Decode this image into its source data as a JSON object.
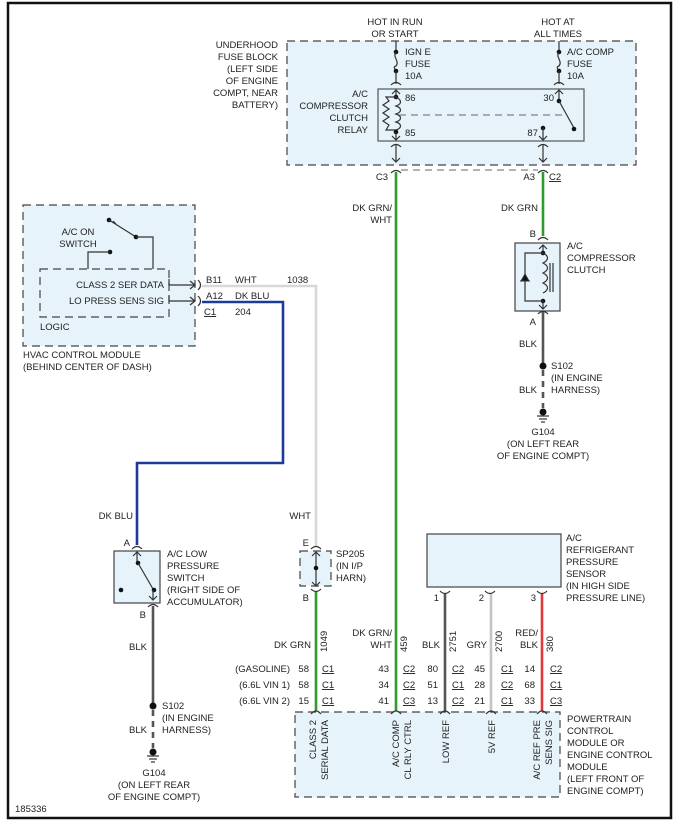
{
  "figure_id": "185336",
  "power_sources": {
    "hot_in_run": [
      "HOT IN RUN",
      "OR START"
    ],
    "hot_at_all_times": [
      "HOT AT",
      "ALL TIMES"
    ]
  },
  "fuse_block": {
    "label": [
      "UNDERHOOD",
      "FUSE BLOCK",
      "(LEFT SIDE",
      "OF ENGINE",
      "COMPT, NEAR",
      "BATTERY)"
    ],
    "ign_fuse": [
      "IGN E",
      "FUSE",
      "10A"
    ],
    "ac_fuse": [
      "A/C COMP",
      "FUSE",
      "10A"
    ],
    "relay_label": [
      "A/C",
      "COMPRESSOR",
      "CLUTCH",
      "RELAY"
    ],
    "pins": {
      "p86": "86",
      "p85": "85",
      "p30": "30",
      "p87": "87"
    }
  },
  "connectors_top": {
    "c3": "C3",
    "a3": "A3",
    "c2": "C2"
  },
  "wire_relay_ctrl": {
    "color": "DK GRN/",
    "color2": "WHT",
    "circuit": "459"
  },
  "wire_clutch_feed": {
    "color": "DK GRN"
  },
  "compressor_clutch": {
    "label": [
      "A/C",
      "COMPRESSOR",
      "CLUTCH"
    ],
    "pin_b": "B",
    "pin_a": "A"
  },
  "clutch_ground": {
    "wire1": "BLK",
    "splice": [
      "S102",
      "(IN ENGINE",
      "HARNESS)"
    ],
    "wire2": "BLK",
    "ground": [
      "G104",
      "(ON LEFT REAR",
      "OF ENGINE COMPT)"
    ]
  },
  "hvac_module": {
    "switch_label": [
      "A/C ON",
      "SWITCH"
    ],
    "class2": "CLASS 2 SER DATA",
    "lo_press": "LO PRESS SENS SIG",
    "logic": "LOGIC",
    "label": [
      "HVAC CONTROL MODULE",
      "(BEHIND CENTER OF DASH)"
    ],
    "pin_b11": "B11",
    "pin_a12": "A12",
    "conn_c1": "C1",
    "wire_wht": "WHT",
    "circuit_1038": "1038",
    "wire_dkblu": "DK BLU",
    "circuit_204": "204"
  },
  "low_pressure_switch": {
    "wire_in": "DK BLU",
    "pin_a": "A",
    "pin_b": "B",
    "label": [
      "A/C LOW",
      "PRESSURE",
      "SWITCH",
      "(RIGHT SIDE OF",
      "ACCUMULATOR)"
    ],
    "wire_out": "BLK"
  },
  "lps_ground": {
    "splice": [
      "S102",
      "(IN ENGINE",
      "HARNESS)"
    ],
    "wire2": "BLK",
    "ground": [
      "G104",
      "(ON LEFT REAR",
      "OF ENGINE COMPT)"
    ]
  },
  "sp205": {
    "wire_in": "WHT",
    "pin_e": "E",
    "pin_b": "B",
    "label": [
      "SP205",
      "(IN I/P",
      "HARN)"
    ],
    "wire_out": "DK GRN",
    "circuit": "1049"
  },
  "pressure_sensor": {
    "label": [
      "A/C",
      "REFRIGERANT",
      "PRESSURE",
      "SENSOR",
      "(IN HIGH SIDE",
      "PRESSURE LINE)"
    ],
    "pins": [
      "1",
      "2",
      "3"
    ],
    "wires": [
      {
        "color": "BLK",
        "color2": "",
        "circuit": "2751"
      },
      {
        "color": "GRY",
        "color2": "",
        "circuit": "2700"
      },
      {
        "color": "RED/",
        "color2": "BLK",
        "circuit": "380"
      }
    ]
  },
  "pcm_pin_table": {
    "rows": [
      "(GASOLINE)",
      "(6.6L VIN 1)",
      "(6.6L VIN 2)"
    ],
    "columns": [
      {
        "pins": [
          "58",
          "58",
          "15"
        ],
        "conns": [
          "C1",
          "C1",
          "C1"
        ]
      },
      {
        "pins": [
          "43",
          "34",
          "41"
        ],
        "conns": [
          "C2",
          "C2",
          "C3"
        ]
      },
      {
        "pins": [
          "80",
          "51",
          "13"
        ],
        "conns": [
          "C2",
          "C1",
          "C2"
        ]
      },
      {
        "pins": [
          "45",
          "28",
          "21"
        ],
        "conns": [
          "C1",
          "C2",
          "C1"
        ]
      },
      {
        "pins": [
          "14",
          "68",
          "33"
        ],
        "conns": [
          "C2",
          "C1",
          "C3"
        ]
      }
    ]
  },
  "pcm": {
    "signals": [
      [
        "CLASS 2",
        "SERIAL DATA"
      ],
      [
        "A/C COMP",
        "CL RLY CTRL"
      ],
      [
        "LOW REF"
      ],
      [
        "5V REF"
      ],
      [
        "A/C REF PRE",
        "SENS SIG"
      ]
    ],
    "label": [
      "POWERTRAIN",
      "CONTROL",
      "MODULE OR",
      "ENGINE CONTROL",
      "MODULE",
      "(LEFT FRONT OF",
      "ENGINE COMPT)"
    ]
  }
}
